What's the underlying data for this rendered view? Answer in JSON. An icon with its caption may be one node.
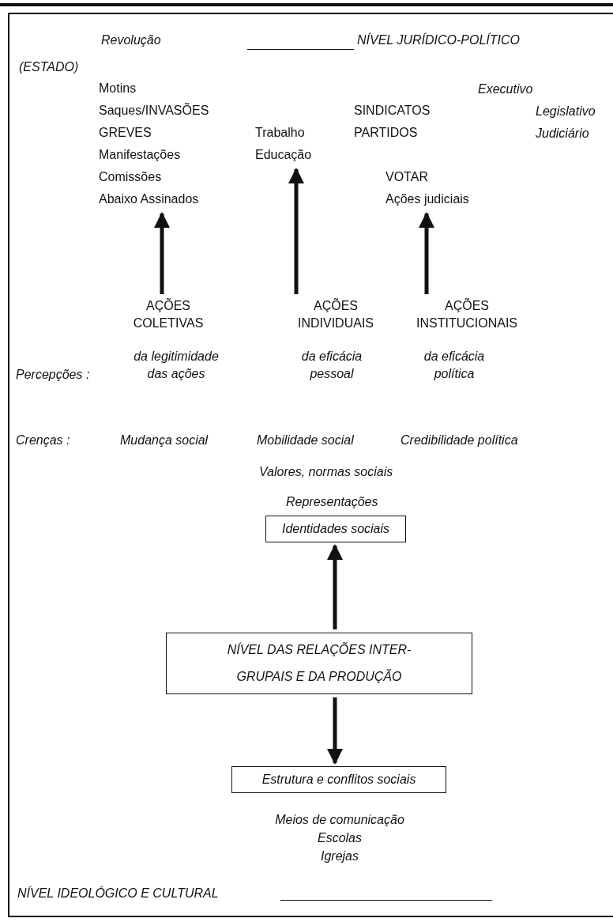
{
  "diagram": {
    "nodes": [
      {
        "text": [
          "Motins",
          "Saques/INVASÕES",
          "GREVES",
          "Manifestações",
          "Comissões",
          "Abaixo Assinados"
        ]
      },
      {
        "text": [
          "Trabalho",
          "Educação"
        ]
      },
      {
        "text": [
          "SINDICATOS",
          "PARTIDOS",
          "VOTAR",
          "Ações judiciais"
        ]
      },
      {
        "text": [
          "AÇÕES COLETIVAS"
        ]
      },
      {
        "text": [
          "AÇÕES INDIVIDUAIS"
        ]
      },
      {
        "text": [
          "AÇÕES INSTITUCIONAIS"
        ]
      },
      {
        "text": [
          "Identidades sociais"
        ]
      },
      {
        "text": [
          "NÍVEL DAS RELAÇÕES INTER-GRUPAIS E DA PRODUÇÃO"
        ]
      },
      {
        "text": [
          "Estrutura e conflitos sociais"
        ]
      }
    ],
    "edges": [
      {
        "from": 3,
        "to": 0,
        "arrow": "to"
      },
      {
        "from": 4,
        "to": 1,
        "arrow": "to"
      },
      {
        "from": 5,
        "to": 2,
        "arrow": "to"
      },
      {
        "from": 7,
        "to": 6,
        "arrow": "to"
      },
      {
        "from": 7,
        "to": 8,
        "arrow": "to"
      }
    ],
    "labels": [
      "Revolução",
      "NÍVEL JURÍDICO-POLÍTICO",
      "(ESTADO)",
      "Executivo",
      "Legislativo",
      "Judiciário",
      "da legitimidade das ações",
      "da eficácia pessoal",
      "da eficácia política",
      "Percepções :",
      "Crenças :",
      "Mudança social",
      "Mobilidade social",
      "Credibilidade política",
      "Valores, normas sociais",
      "Representações",
      "Meios de comunicação",
      "Escolas",
      "Igrejas",
      "NÍVEL IDEOLÓGICO E CULTURAL"
    ]
  }
}
